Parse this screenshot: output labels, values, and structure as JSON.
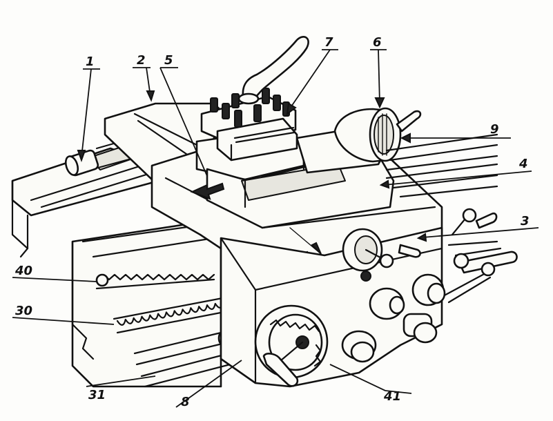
{
  "labels": {
    "l1": "1",
    "l2": "2",
    "l5": "5",
    "l7": "7",
    "l6": "6",
    "l9": "9",
    "l4": "4",
    "l3": "3",
    "l40": "40",
    "l30": "30",
    "l31": "31",
    "l8": "8",
    "l41": "41"
  }
}
